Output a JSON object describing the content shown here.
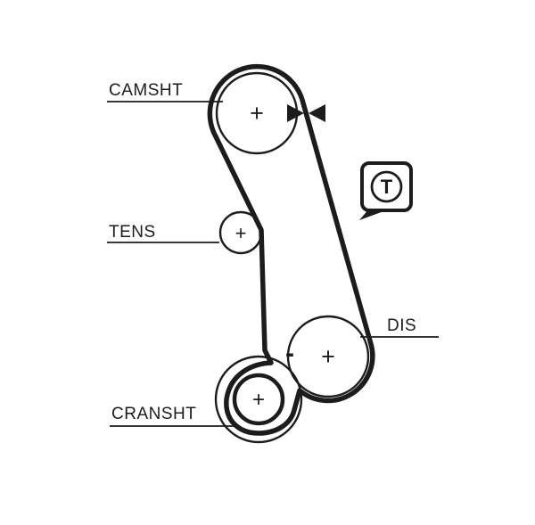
{
  "diagram": {
    "background_color": "#ffffff",
    "line_color": "#1c1c1c",
    "labels": {
      "camshaft": "CAMSHT",
      "tensioner": "TENS",
      "distributor": "DIS",
      "crankshaft": "CRANSHT"
    },
    "badge": {
      "letter": "T"
    },
    "markers": {
      "plus": "+",
      "minus": "-"
    },
    "icons": {
      "alignment_marks": "opposing-arrows-icon",
      "tension_badge": "speech-bubble-tension-icon"
    }
  }
}
